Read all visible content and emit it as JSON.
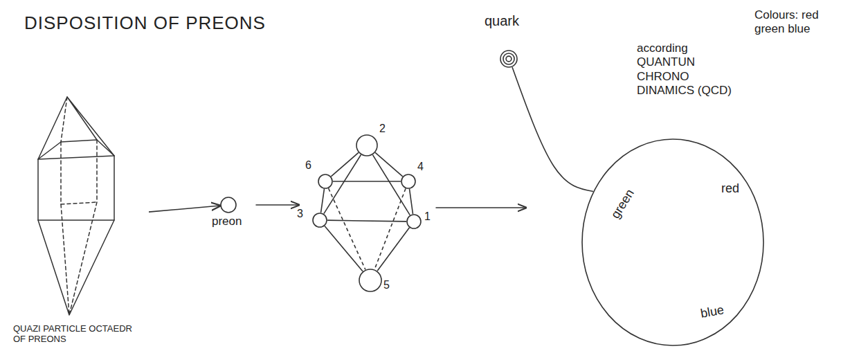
{
  "diagram": {
    "title": "DISPOSITION OF PREONS",
    "nodes": [
      {
        "text": [
          "QUAZI PARTICLE OCTAEDR OF PREONS"
        ]
      },
      {
        "text": [
          "preon"
        ]
      },
      {
        "text": [
          "2"
        ]
      },
      {
        "text": [
          "6"
        ]
      },
      {
        "text": [
          "4"
        ]
      },
      {
        "text": [
          "3"
        ]
      },
      {
        "text": [
          "1"
        ]
      },
      {
        "text": [
          "5"
        ]
      },
      {
        "text": [
          "quark"
        ]
      },
      {
        "text": [
          "according QUANTUN CHRONO DINAMICS (QCD)"
        ]
      }
    ],
    "edges": [
      {
        "from": 0,
        "to": 1,
        "arrow": "to"
      },
      {
        "from": 2,
        "to": 3,
        "arrow": "none"
      },
      {
        "from": 2,
        "to": 4,
        "arrow": "none"
      },
      {
        "from": 2,
        "to": 5,
        "arrow": "none"
      },
      {
        "from": 2,
        "to": 6,
        "arrow": "none"
      },
      {
        "from": 3,
        "to": 4,
        "arrow": "none"
      },
      {
        "from": 3,
        "to": 5,
        "arrow": "none"
      },
      {
        "from": 4,
        "to": 6,
        "arrow": "none"
      },
      {
        "from": 5,
        "to": 6,
        "arrow": "none"
      },
      {
        "from": 5,
        "to": 7,
        "arrow": "none"
      },
      {
        "from": 6,
        "to": 7,
        "arrow": "none"
      },
      {
        "from": 3,
        "to": 7,
        "arrow": "none"
      },
      {
        "from": 4,
        "to": 7,
        "arrow": "none"
      },
      {
        "from": 8,
        "to": 9,
        "arrow": "none"
      }
    ],
    "labels": [
      "Colours: red green blue",
      "green",
      "red",
      "blue"
    ]
  }
}
